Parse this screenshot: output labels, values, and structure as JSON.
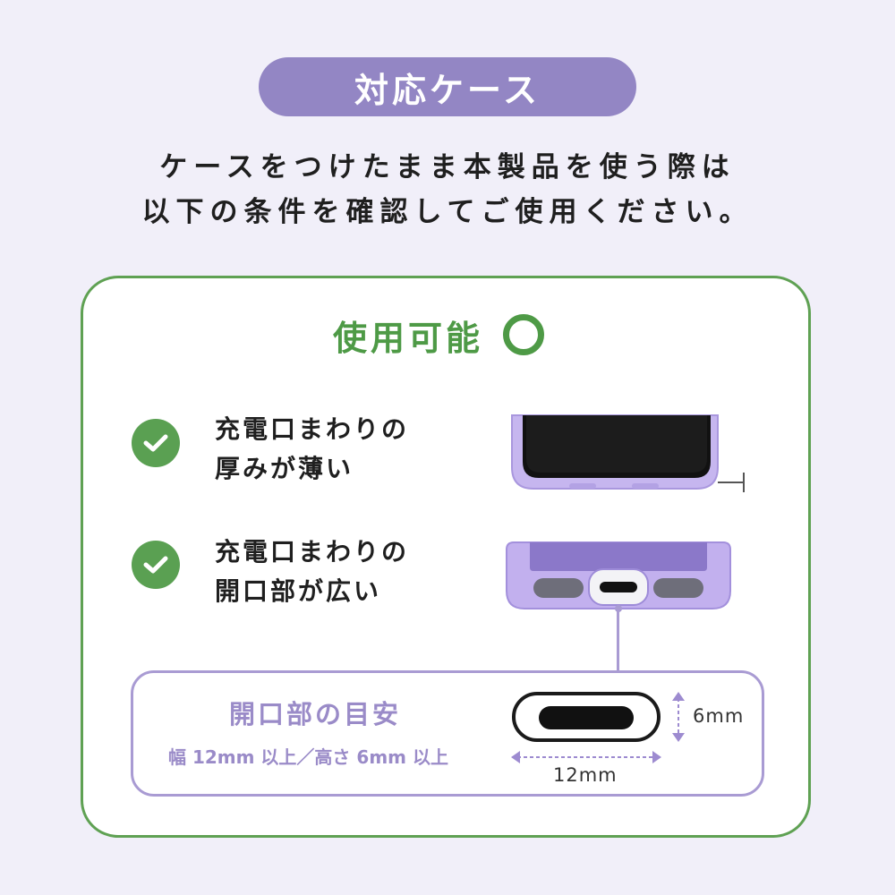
{
  "header": {
    "title": "対応ケース"
  },
  "intro": {
    "line1": "ケースをつけたまま本製品を使う際は",
    "line2": "以下の条件を確認してご使用ください。"
  },
  "usable": {
    "heading": "使用可能"
  },
  "conditions": [
    {
      "line1": "充電口まわりの",
      "line2": "厚みが薄い"
    },
    {
      "line1": "充電口まわりの",
      "line2": "開口部が広い"
    }
  ],
  "opening": {
    "title": "開口部の目安",
    "description": "幅 12mm 以上／高さ 6mm 以上",
    "height_label": "6mm",
    "width_label": "12mm"
  },
  "colors": {
    "lavender": "#9386c4",
    "green": "#5aa052",
    "light_lavender": "#a99bd3",
    "background": "#f1eff9"
  }
}
